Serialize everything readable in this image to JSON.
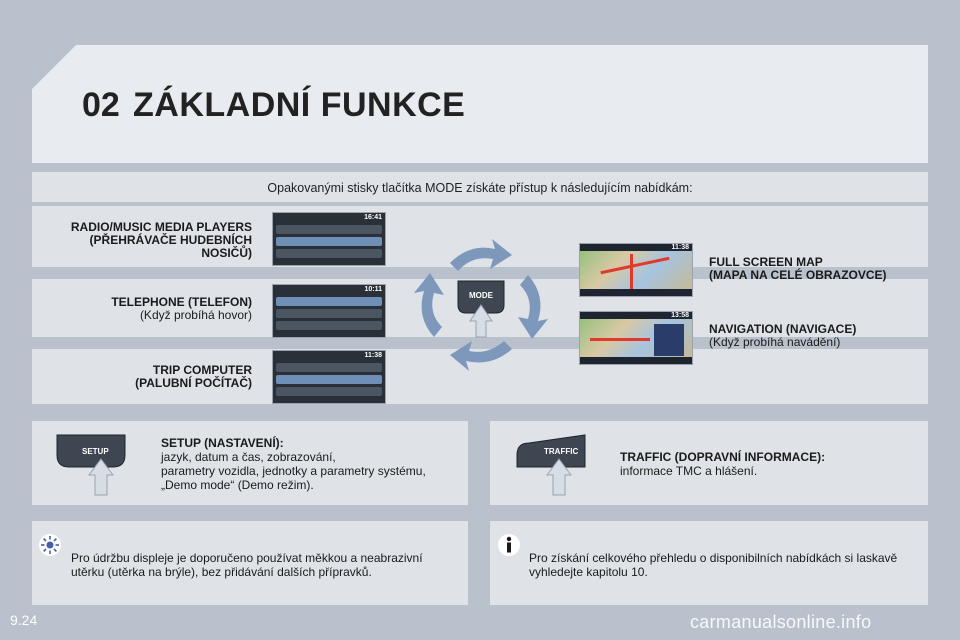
{
  "header": {
    "chapter_number": "02",
    "chapter_title": "ZÁKLADNÍ FUNKCE"
  },
  "intro": "Opakovanými stisky tlačítka MODE získáte přístup k následujícím nabídkám:",
  "left_menus": [
    {
      "title_lines": [
        "RADIO/MUSIC MEDIA PLAYERS",
        "(PŘEHRÁVAČE HUDEBNÍCH",
        "NOSIČŮ)"
      ],
      "subtitle": "",
      "screen_time": "16:41"
    },
    {
      "title_lines": [
        "TELEPHONE (TELEFON)"
      ],
      "subtitle": "(Když probíhá hovor)",
      "screen_time": "10:11"
    },
    {
      "title_lines": [
        "TRIP COMPUTER",
        "(PALUBNÍ POČÍTAČ)"
      ],
      "subtitle": "",
      "screen_time": "11:38"
    }
  ],
  "right_menus": [
    {
      "title_lines": [
        "FULL SCREEN MAP",
        "(MAPA NA CELÉ OBRAZOVCE)"
      ],
      "subtitle": "",
      "screen_time": "11:38"
    },
    {
      "title_lines": [
        "NAVIGATION (NAVIGACE)"
      ],
      "subtitle": "(Když probíhá navádění)",
      "screen_time": "13:58"
    }
  ],
  "mode_button": {
    "label": "MODE"
  },
  "setup": {
    "button_label": "SETUP",
    "title": "SETUP (NASTAVENÍ):",
    "lines": [
      "jazyk, datum a čas, zobrazování,",
      "parametry vozidla, jednotky a parametry systému,",
      "„Demo mode“ (Demo režim)."
    ]
  },
  "traffic": {
    "button_label": "TRAFFIC",
    "title": "TRAFFIC (DOPRAVNÍ INFORMACE):",
    "lines": [
      "informace TMC a hlášení."
    ]
  },
  "notes": {
    "maintenance": [
      "Pro údržbu displeje je doporučeno používat měkkou a neabrazivní",
      "utěrku (utěrka na brýle), bez přidávání dalších přípravků."
    ],
    "info": [
      "Pro získání celkového přehledu o disponibilních nabídkách si laskavě",
      "vyhledejte kapitolu 10."
    ]
  },
  "footer": {
    "page_number": "9.24",
    "watermark": "carmanualsonline.info"
  },
  "colors": {
    "background": "#b9c1cc",
    "panel": "#dfe3e8",
    "header": "#e8ebef",
    "arrow": "#7e98bc"
  }
}
